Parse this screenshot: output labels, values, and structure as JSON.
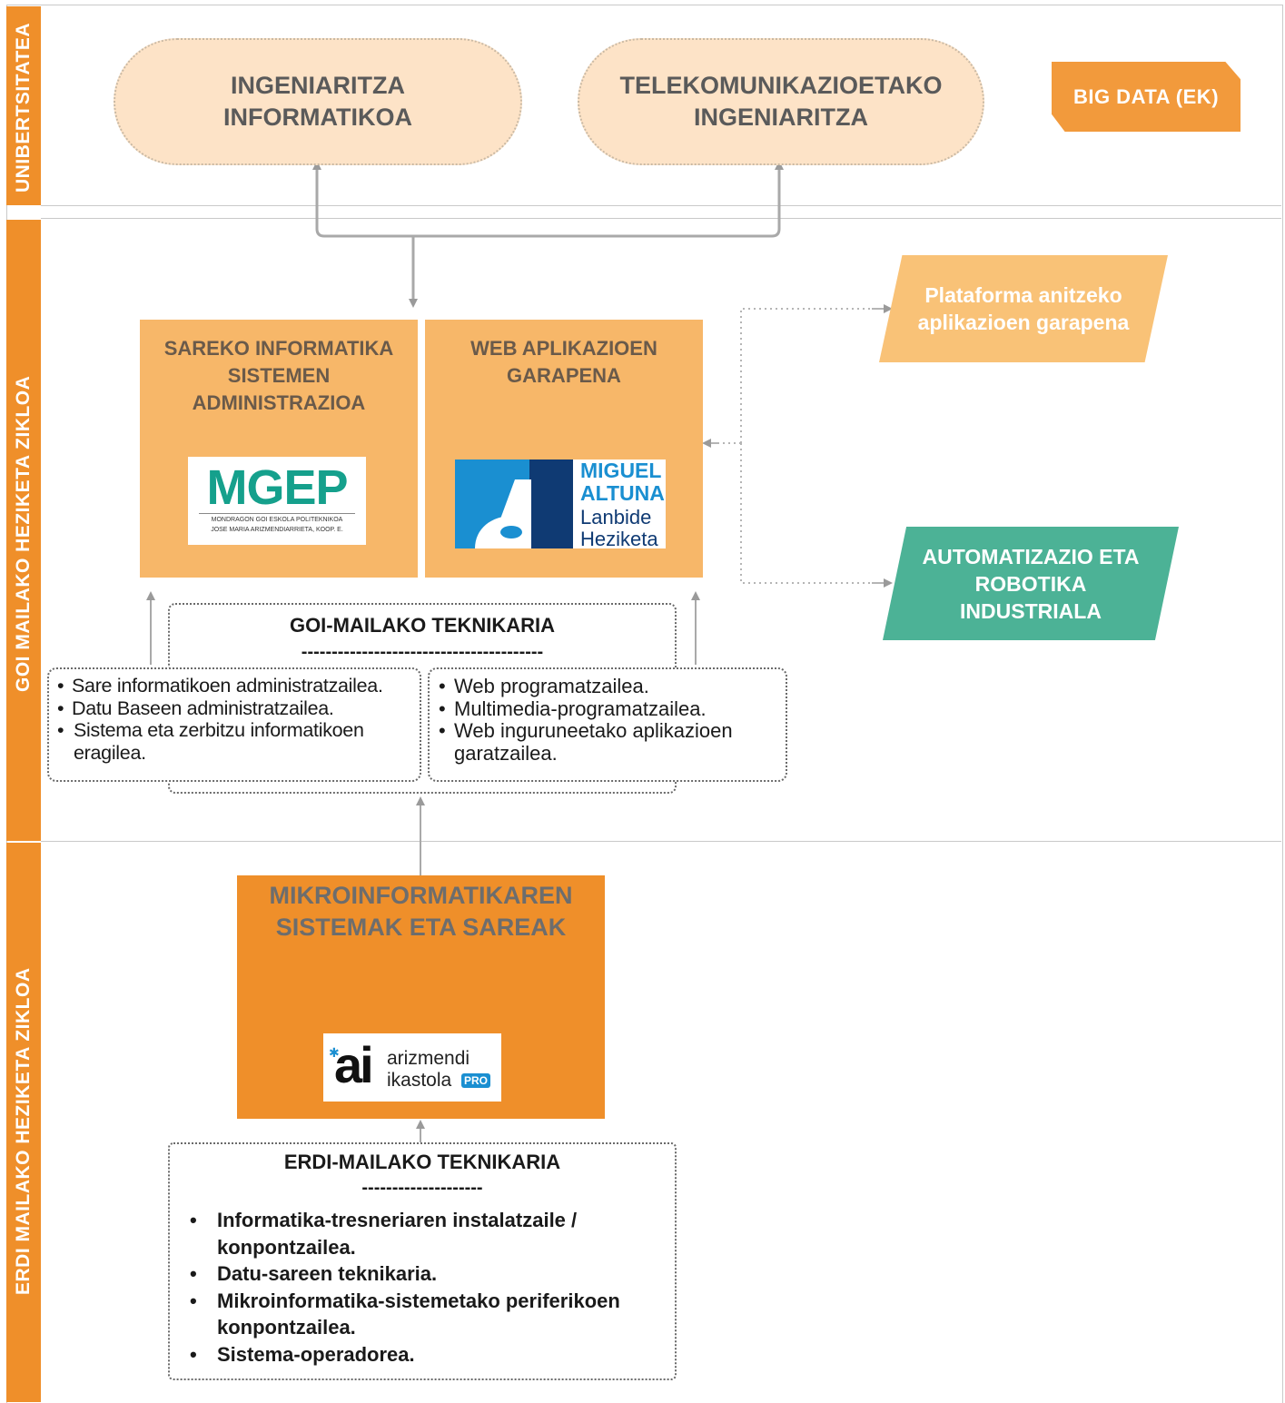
{
  "bands": {
    "university": "UNIBERTSITATEA",
    "higher": "GOI MAILAKO HEZIKETA ZIKLOA",
    "middle": "ERDI MAILAKO HEZIKETA ZIKLOA"
  },
  "university": {
    "degree_1": [
      "INGENIARITZA",
      "INFORMATIKOA"
    ],
    "degree_2": [
      "TELEKOMUNIKAZIOETAKO",
      "INGENIARITZA"
    ],
    "big_data": "BIG DATA (EK)"
  },
  "higher": {
    "course_1": {
      "title": [
        "SAREKO INFORMATIKA",
        "SISTEMEN",
        "ADMINISTRAZIOA"
      ],
      "logo_main": "MGEP",
      "logo_line_1": "MONDRAGON GOI ESKOLA POLITEKNIKOA",
      "logo_line_2": "JOSE MARIA ARIZMENDIARRIETA, KOOP. E."
    },
    "course_2": {
      "title": [
        "WEB APLIKAZIOEN",
        "GARAPENA"
      ],
      "logo_line_1": "MIGUEL",
      "logo_line_2": "ALTUNA",
      "logo_line_3": "Lanbide",
      "logo_line_4": "Heziketa"
    },
    "spec_1": [
      "Plataforma anitzeko",
      "aplikazioen garapena"
    ],
    "spec_2": [
      "AUTOMATIZAZIO ETA",
      "ROBOTIKA",
      "INDUSTRIALA"
    ],
    "technician": {
      "title": "GOI-MAILAKO TEKNIKARIA",
      "rule": "----------------------------------------",
      "jobs_left": [
        "Sare informatikoen administratzailea.",
        "Datu Baseen administratzailea.",
        "Sistema eta zerbitzu informatikoen eragilea."
      ],
      "jobs_right": [
        "Web programatzailea.",
        "Multimedia-programatzailea.",
        "Web inguruneetako aplikazioen garatzailea."
      ]
    }
  },
  "middle": {
    "course": {
      "title": [
        "MIKROINFORMATIKAREN",
        "SISTEMAK ETA SAREAK"
      ],
      "logo_line_1": "arizmendi",
      "logo_line_2": "ikastola",
      "logo_badge": "PRO",
      "logo_mark": "ai"
    },
    "technician": {
      "title": "ERDI-MAILAKO TEKNIKARIA",
      "rule": "--------------------",
      "jobs": [
        "Informatika-tresneriaren instalatzaile / konpontzailea.",
        "Datu-sareen teknikaria.",
        "Mikroinformatika-sistemetako periferikoen konpontzailea.",
        "Sistema-operadorea."
      ]
    }
  },
  "colors": {
    "band_orange": "#ef8f2a",
    "light_orange": "#f7b769",
    "pale_peach": "#fde3c7",
    "teal": "#4cb296",
    "mgep_green": "#15a08c",
    "altuna_blue": "#1a8fd1"
  }
}
